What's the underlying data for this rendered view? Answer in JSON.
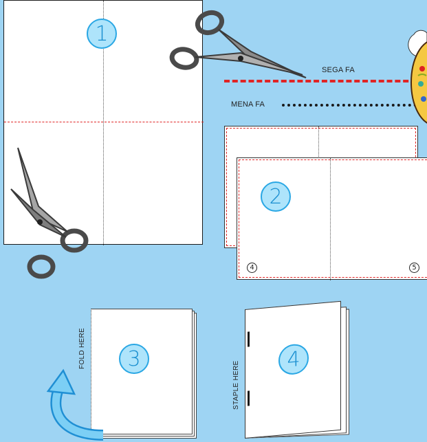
{
  "steps": {
    "step1": "1",
    "step2": "2",
    "step3": "3",
    "step4": "4"
  },
  "lines": {
    "cut_label": "SEGA FA",
    "fold_label": "MENA FA"
  },
  "page_numbers": {
    "left": "4",
    "right": "5"
  },
  "instructions": {
    "fold_here": "FOLD HERE",
    "staple_here": "STAPLE HERE"
  },
  "colors": {
    "background": "#9ed4f3",
    "cut_line": "#e02424",
    "accent_circle": "#2aa7e4",
    "arrow": "#29a9e6"
  },
  "icons": [
    "scissors-icon",
    "scissors-icon",
    "curved-arrow-icon",
    "cloud-icon"
  ]
}
